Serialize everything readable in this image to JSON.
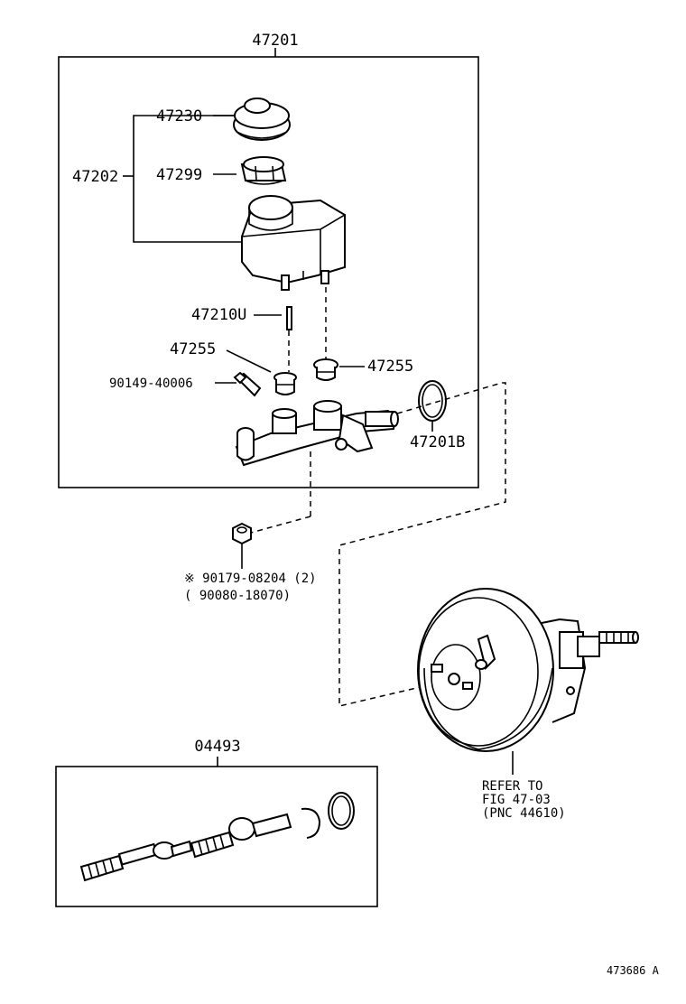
{
  "assembly": {
    "main_number": "47201",
    "reservoir_group": "47202",
    "cap": "47230",
    "strainer": "47299",
    "pin": "47210U",
    "grommet_left": "47255",
    "grommet_right": "47255",
    "union_bolt": "90149-40006",
    "o_ring": "47201B"
  },
  "nut": {
    "line1": "※ 90179-08204 (2)",
    "line2": "( 90080-18070)"
  },
  "kit": {
    "number": "04493"
  },
  "booster_ref": {
    "line1": "REFER TO",
    "line2": "FIG 47-03",
    "line3": "(PNC 44610)"
  },
  "footer": {
    "figure_id": "473686 A"
  }
}
